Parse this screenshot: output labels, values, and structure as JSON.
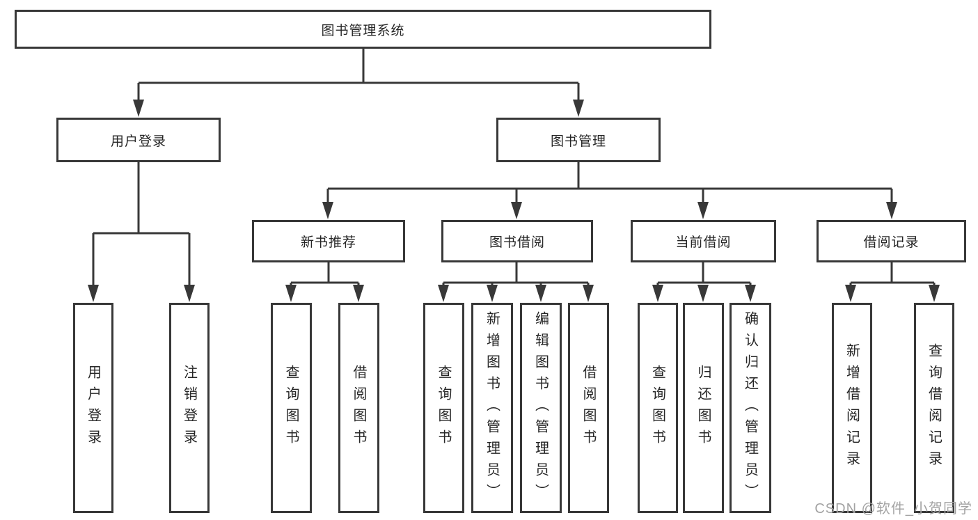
{
  "tree": {
    "label": "图书管理系统",
    "children": [
      {
        "label": "用户登录",
        "children": [
          {
            "label": "用户登录"
          },
          {
            "label": "注销登录"
          }
        ]
      },
      {
        "label": "图书管理",
        "children": [
          {
            "label": "新书推荐",
            "children": [
              {
                "label": "查询图书"
              },
              {
                "label": "借阅图书"
              }
            ]
          },
          {
            "label": "图书借阅",
            "children": [
              {
                "label": "查询图书"
              },
              {
                "label": "新增图书（管理员）"
              },
              {
                "label": "编辑图书（管理员）"
              },
              {
                "label": "借阅图书"
              }
            ]
          },
          {
            "label": "当前借阅",
            "children": [
              {
                "label": "查询图书"
              },
              {
                "label": "归还图书"
              },
              {
                "label": "确认归还（管理员）"
              }
            ]
          },
          {
            "label": "借阅记录",
            "children": [
              {
                "label": "新增借阅记录"
              },
              {
                "label": "查询借阅记录"
              }
            ]
          }
        ]
      }
    ]
  },
  "watermark": {
    "text": "CSDN @软件_小贺同学"
  },
  "colors": {
    "line": "#383838",
    "box_border": "#383838",
    "box_fill": "#ffffff",
    "text": "#262626",
    "watermark": "#a3a3a3",
    "background": "#ffffff"
  }
}
